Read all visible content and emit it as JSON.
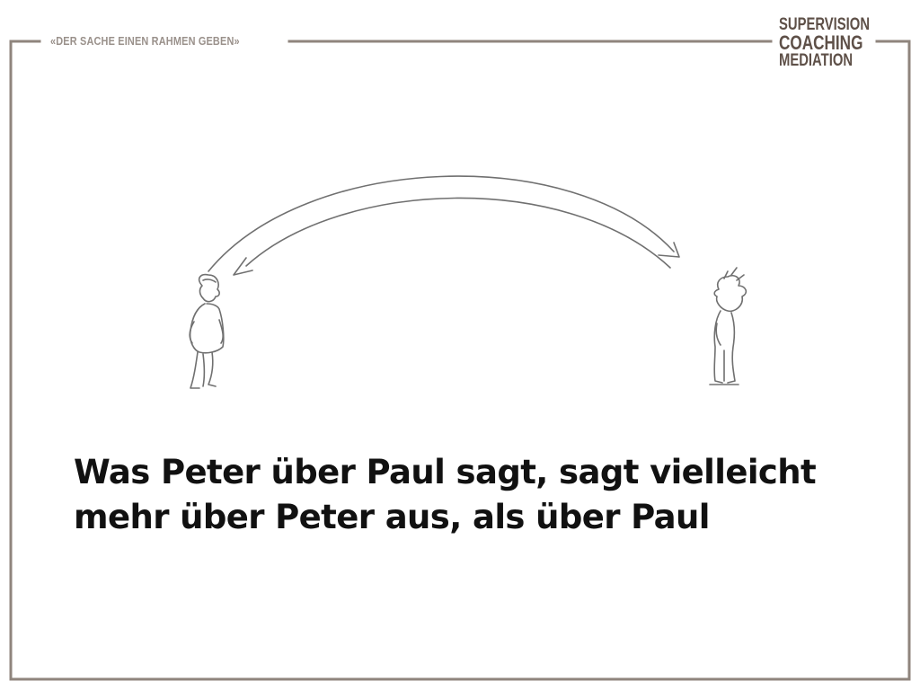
{
  "header": {
    "tagline": "«DER SACHE EINEN RAHMEN GEBEN»"
  },
  "logo": {
    "line1": "SUPERVISION",
    "line2": "COACHING",
    "line3": "MEDIATION"
  },
  "caption": {
    "line1": "Was Peter über Paul sagt, sagt vielleicht",
    "line2": "mehr über Peter aus, als über Paul"
  },
  "colors": {
    "frame": "#8f857d",
    "logo": "#5e5048",
    "tagline": "#9a918b",
    "caption": "#111111",
    "sketch": "#6f6f6f"
  },
  "icons": {
    "drawing": "sketch-two-people-arrow"
  }
}
